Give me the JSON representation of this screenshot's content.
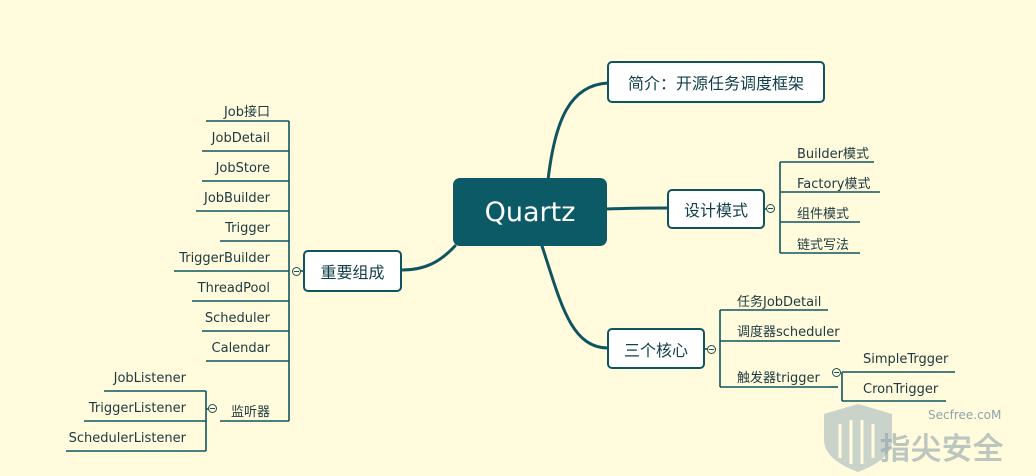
{
  "root": {
    "label": "Quartz"
  },
  "right": {
    "intro": "简介：开源任务调度框架",
    "design_patterns": {
      "label": "设计模式",
      "items": [
        "Builder模式",
        "Factory模式",
        "组件模式",
        "链式写法"
      ]
    },
    "three_cores": {
      "label": "三个核心",
      "items": [
        "任务JobDetail",
        "调度器scheduler",
        "触发器trigger"
      ],
      "trigger_children": [
        "SimpleTrgger",
        "CronTrigger"
      ]
    }
  },
  "left": {
    "components": {
      "label": "重要组成",
      "items": [
        "Job接口",
        "JobDetail",
        "JobStore",
        "JobBuilder",
        "Trigger",
        "TriggerBuilder",
        "ThreadPool",
        "Scheduler",
        "Calendar"
      ],
      "listener": {
        "label": "监听器",
        "items": [
          "JobListener",
          "TriggerListener",
          "SchedulerListener"
        ]
      }
    }
  },
  "watermark": {
    "domain": "Secfree.coM",
    "name": "指尖安全"
  },
  "colors": {
    "background": "#fffbdc",
    "line": "#0f5560",
    "root_fill": "#0c5a66"
  }
}
